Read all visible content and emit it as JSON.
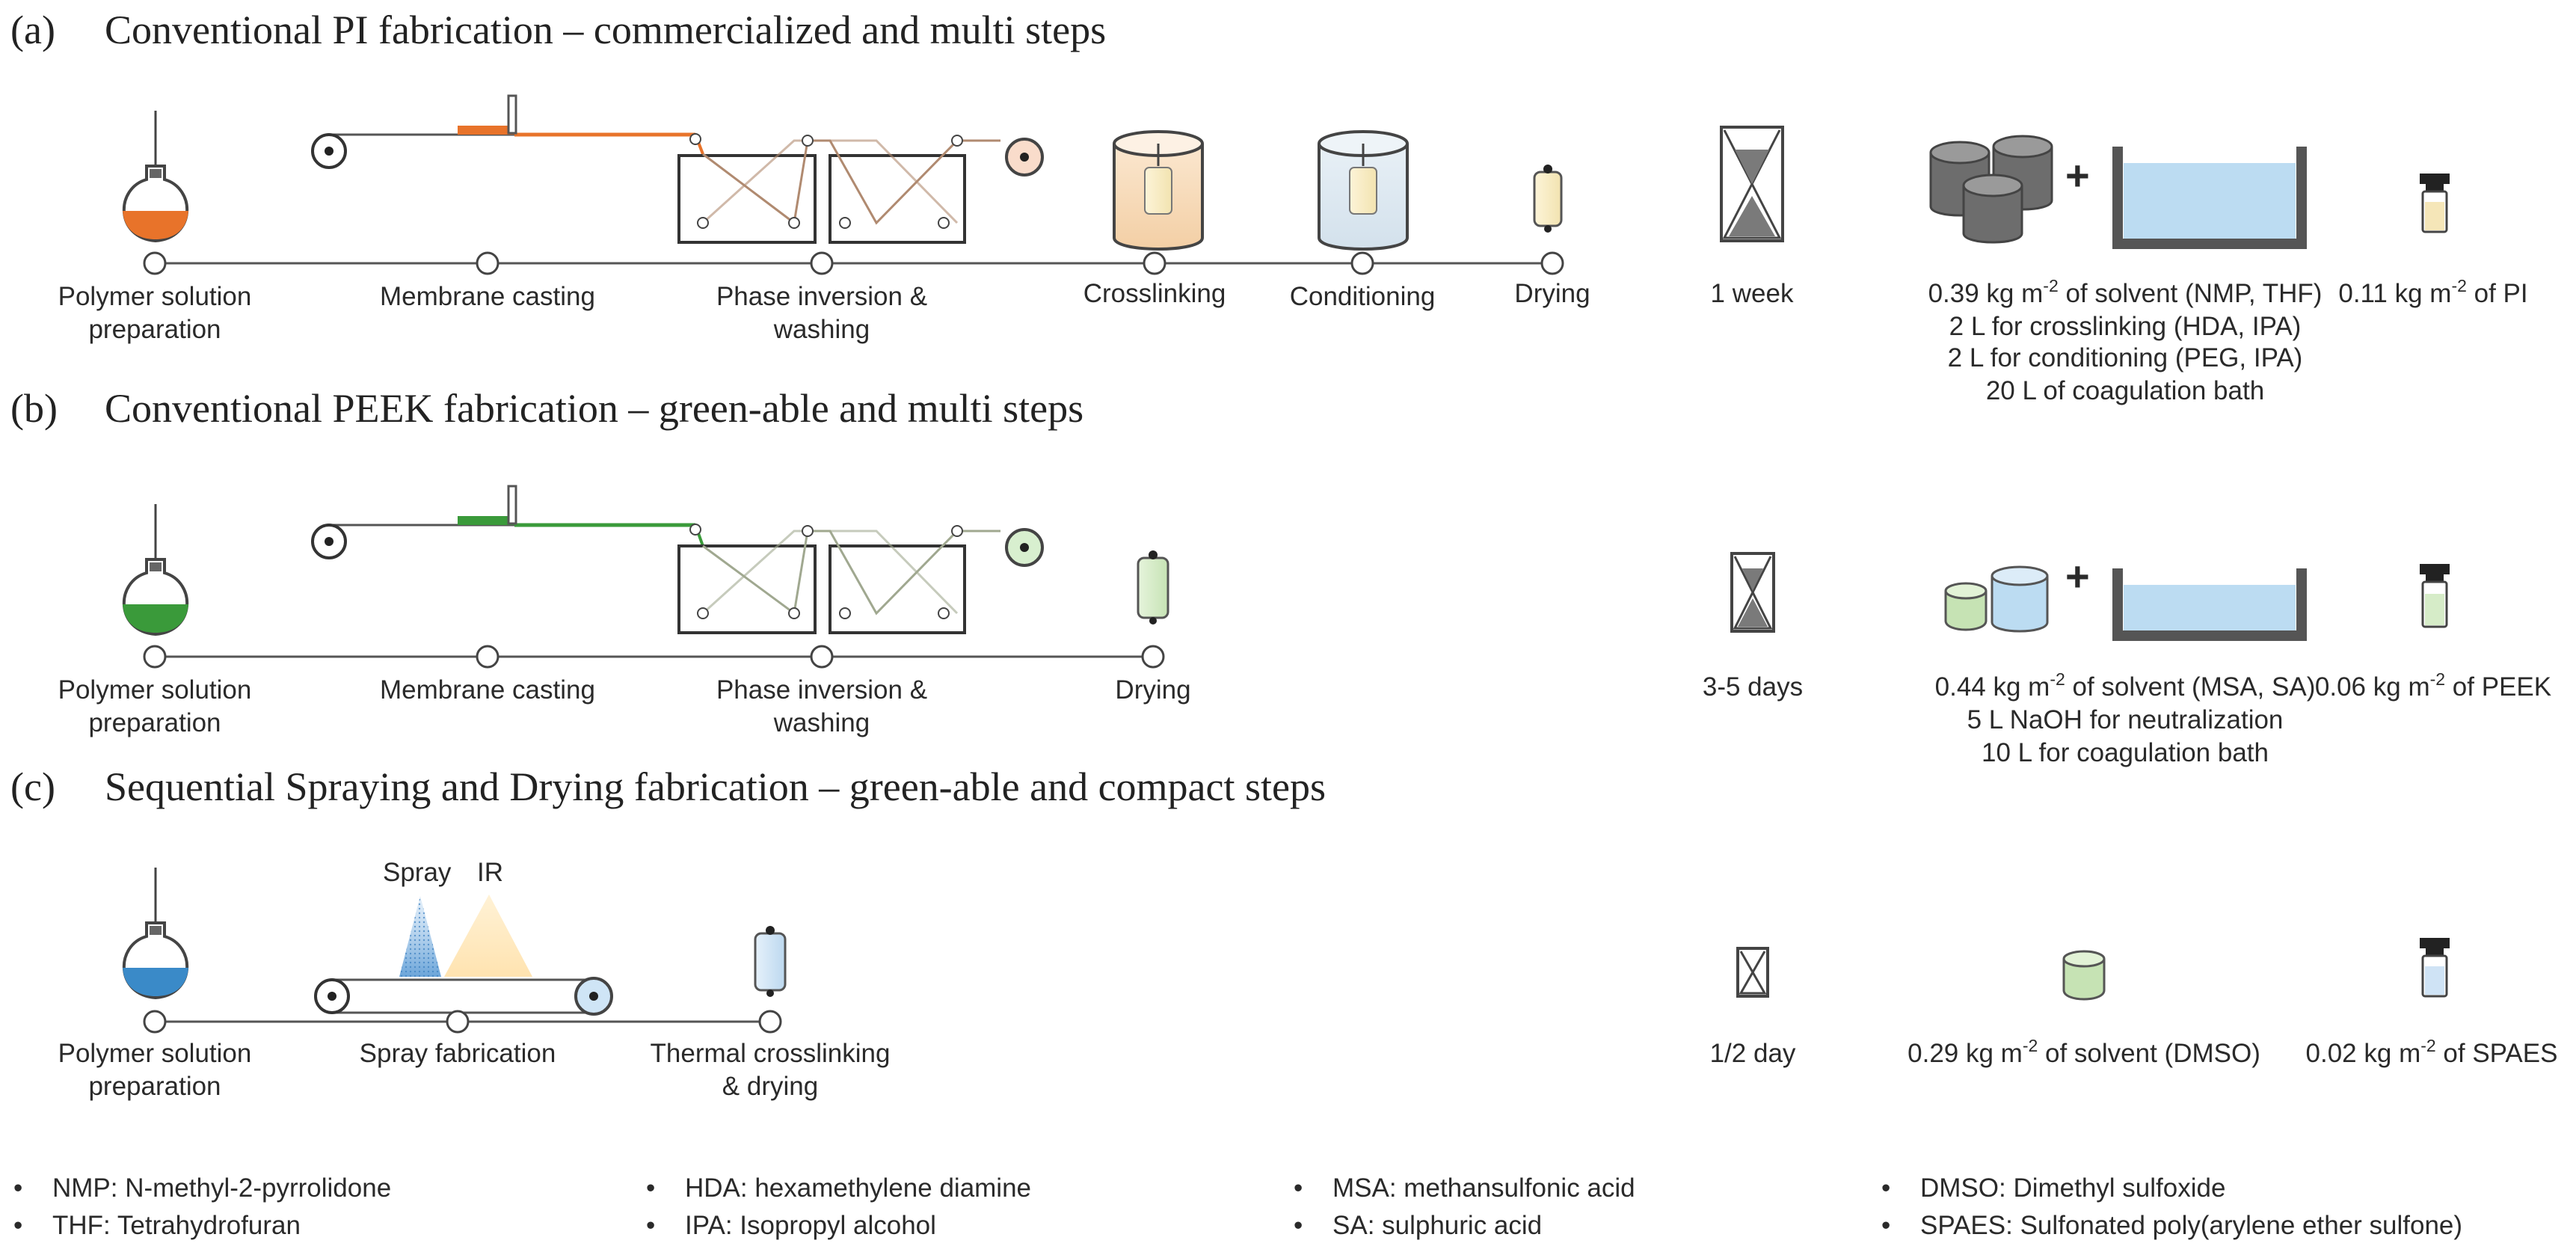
{
  "colors": {
    "pi": "#e8732a",
    "peek": "#3a9a3a",
    "spaes": "#3a8ac8",
    "water": "#bcdcf2",
    "dark_can": "#6d6d6d",
    "line": "#555555"
  },
  "icons": [
    "flask-icon",
    "roller-icon",
    "coating-blade-icon",
    "wash-tank-icon",
    "crosslinking-vessel-icon",
    "conditioning-vessel-icon",
    "vial-icon",
    "hourglass-icon",
    "solvent-drum-icon",
    "coagulation-bath-icon",
    "product-vial-icon",
    "spray-cone-icon",
    "ir-lamp-icon"
  ],
  "sections": {
    "a": {
      "label": "(a)",
      "title": "Conventional PI fabrication – commercialized and multi steps",
      "steps": {
        "s1": [
          "Polymer solution",
          "preparation"
        ],
        "s2": "Membrane casting",
        "s3": [
          "Phase inversion &",
          "washing"
        ],
        "s4": "Crosslinking",
        "s5": "Conditioning",
        "s6": "Drying"
      },
      "time": "1 week",
      "solvent": {
        "prefix": "0.39 kg m",
        "sup": "-2",
        "suffix": " of solvent (NMP, THF)",
        "extra": [
          "2 L for crosslinking (HDA, IPA)",
          "2 L for conditioning (PEG, IPA)",
          "20 L of coagulation bath"
        ]
      },
      "product": {
        "prefix": "0.11 kg m",
        "sup": "-2",
        "suffix": " of PI"
      },
      "plus": "+"
    },
    "b": {
      "label": "(b)",
      "title": "Conventional PEEK fabrication – green-able and multi steps",
      "steps": {
        "s1": [
          "Polymer solution",
          "preparation"
        ],
        "s2": "Membrane casting",
        "s3": [
          "Phase inversion &",
          "washing"
        ],
        "s4": "Drying"
      },
      "time": "3-5 days",
      "solvent": {
        "prefix": "0.44 kg m",
        "sup": "-2",
        "suffix": " of solvent (MSA, SA)",
        "extra": [
          "5 L NaOH for neutralization",
          "10 L for coagulation bath"
        ]
      },
      "product": {
        "prefix": "0.06 kg m",
        "sup": "-2",
        "suffix": " of PEEK"
      },
      "plus": "+"
    },
    "c": {
      "label": "(c)",
      "title": "Sequential Spraying and Drying fabrication – green-able and compact steps",
      "spray_label": "Spray",
      "ir_label": "IR",
      "steps": {
        "s1": [
          "Polymer solution",
          "preparation"
        ],
        "s2": "Spray fabrication",
        "s3": [
          "Thermal crosslinking",
          "& drying"
        ]
      },
      "time": "1/2 day",
      "solvent": {
        "prefix": "0.29 kg m",
        "sup": "-2",
        "suffix": " of solvent (DMSO)"
      },
      "product": {
        "prefix": "0.02 kg m",
        "sup": "-2",
        "suffix": " of SPAES"
      }
    }
  },
  "legend": {
    "bullet": "•",
    "items": [
      "NMP: N-methyl-2-pyrrolidone",
      "THF: Tetrahydrofuran",
      "HDA: hexamethylene diamine",
      "IPA: Isopropyl alcohol",
      "MSA: methansulfonic acid",
      "SA: sulphuric acid",
      "DMSO: Dimethyl sulfoxide",
      "SPAES: Sulfonated poly(arylene ether sulfone)"
    ]
  }
}
